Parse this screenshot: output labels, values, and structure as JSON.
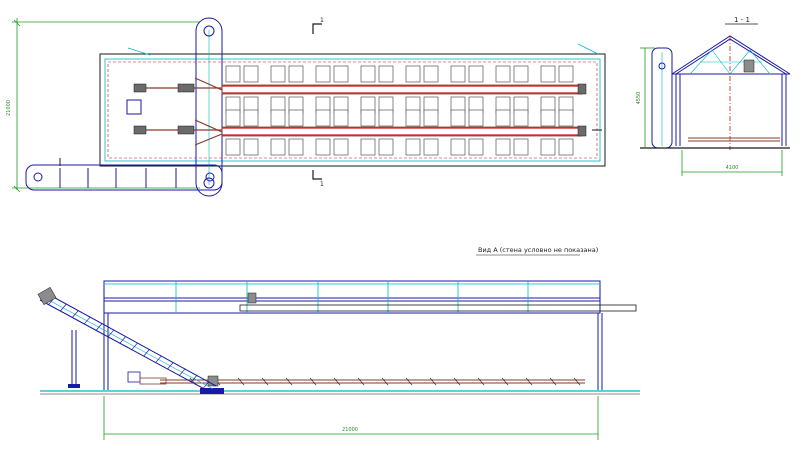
{
  "section_mark": "1",
  "section_title": "1 - 1",
  "view_a_title": "Вид А (стена условно не показана)",
  "dims": {
    "plan_width": "21000",
    "section_height": "4550",
    "section_width": "4100",
    "elevation_length": "21000"
  },
  "colors": {
    "outline": "#1a1a1a",
    "blue": "#1a1aa8",
    "cyan": "#00b8c8",
    "red": "#c81818",
    "green": "#1e9a1e",
    "brown": "#8a3a2a",
    "gray": "#8c8c8c"
  }
}
